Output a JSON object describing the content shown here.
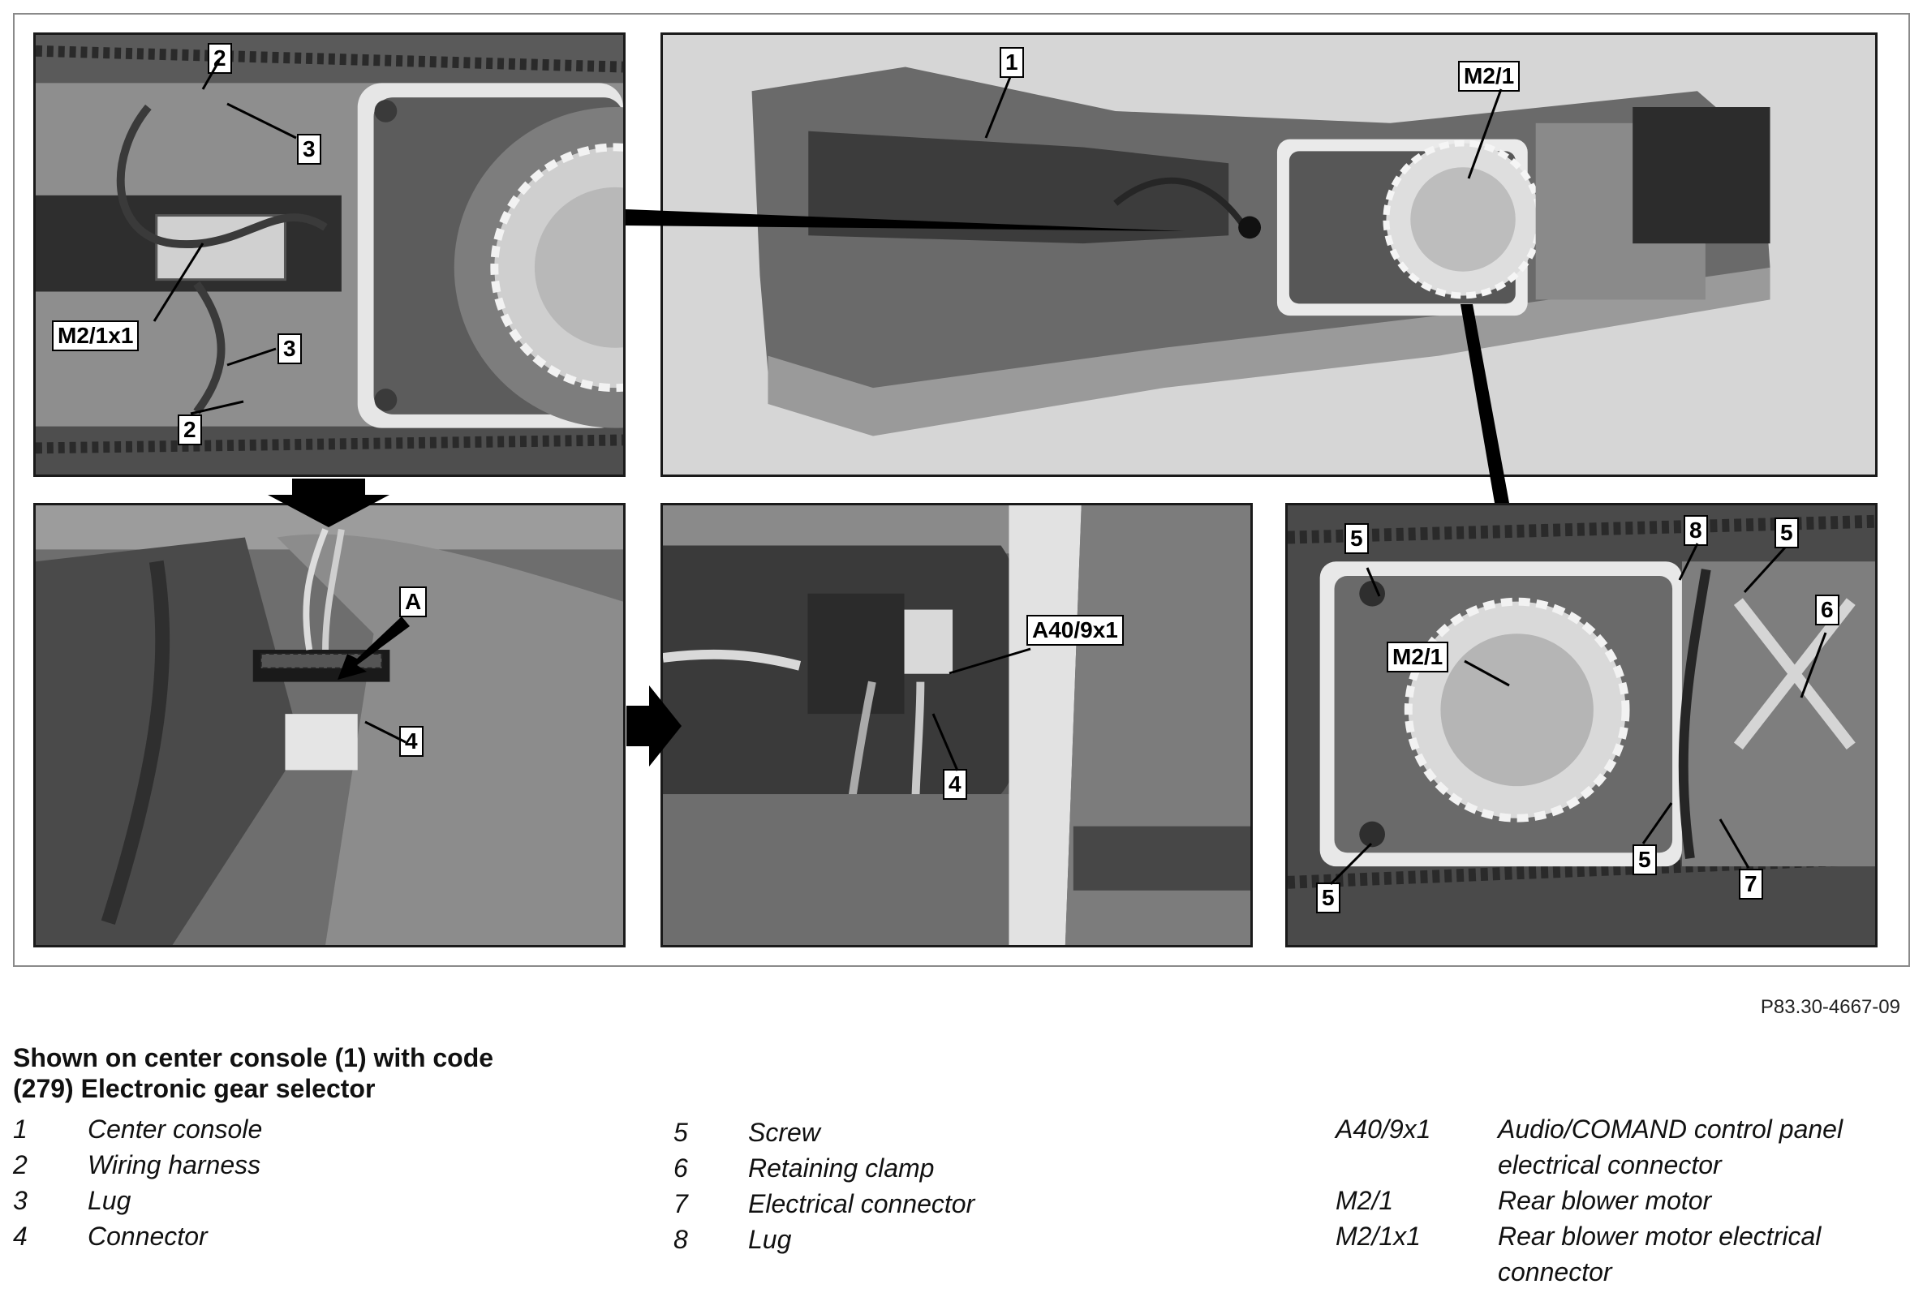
{
  "figure": {
    "id": "P83.30-4667-09",
    "colors": {
      "photo_dark": "#3a3a3a",
      "photo_mid": "#7a7a7a",
      "photo_light": "#c4c4c4",
      "frame": "#8a8a8a"
    }
  },
  "callouts": {
    "console_detail": [
      "2",
      "3",
      "M2/1x1",
      "3",
      "2"
    ],
    "full_console": [
      "1",
      "M2/1"
    ],
    "connector_a": [
      "A",
      "4"
    ],
    "a40_connector": [
      "A40/9x1",
      "4"
    ],
    "blower_motor": [
      "5",
      "8",
      "5",
      "6",
      "M2/1",
      "5",
      "7",
      "5"
    ]
  },
  "legend": {
    "title_line1": "Shown on center console (1) with code",
    "title_line2": "(279) Electronic gear selector",
    "col1": [
      {
        "key": "1",
        "text": "Center console"
      },
      {
        "key": "2",
        "text": "Wiring harness"
      },
      {
        "key": "3",
        "text": "Lug"
      },
      {
        "key": "4",
        "text": "Connector"
      }
    ],
    "col2": [
      {
        "key": "5",
        "text": "Screw"
      },
      {
        "key": "6",
        "text": "Retaining clamp"
      },
      {
        "key": "7",
        "text": "Electrical connector"
      },
      {
        "key": "8",
        "text": "Lug"
      }
    ],
    "col3": [
      {
        "key": "A40/9x1",
        "text_line1": "Audio/COMAND control panel",
        "text_line2": "electrical connector"
      },
      {
        "key": "M2/1",
        "text_line1": "Rear blower motor",
        "text_line2": ""
      },
      {
        "key": "M2/1x1",
        "text_line1": "Rear blower motor electrical",
        "text_line2": "connector"
      }
    ]
  }
}
